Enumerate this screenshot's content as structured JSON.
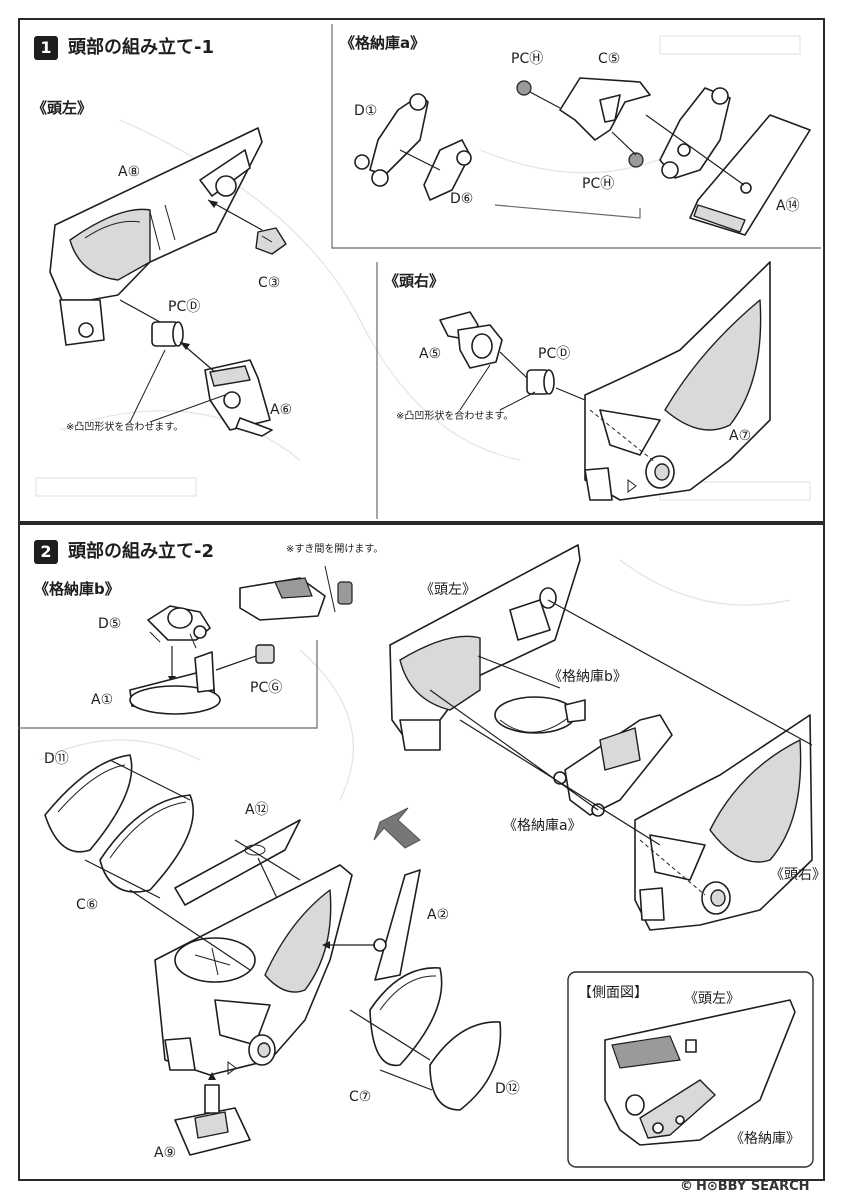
{
  "step1": {
    "number": "1",
    "title": "頭部の組み立て-1",
    "sections": {
      "head_left": "《頭左》",
      "storage_a": "《格納庫a》",
      "head_right": "《頭右》"
    },
    "labels": {
      "a8": "A⑧",
      "c3": "C③",
      "pcd_left": "PCⒹ",
      "a6": "A⑥",
      "note_left": "※凸凹形状を合わせます。",
      "d1": "D①",
      "d6": "D⑥",
      "pch_top": "PCⒽ",
      "c5": "C⑤",
      "pch_bottom": "PCⒽ",
      "a14": "A⑭",
      "a5": "A⑤",
      "pcd_right": "PCⒹ",
      "a7": "A⑦",
      "note_right": "※凸凹形状を合わせます。"
    }
  },
  "step2": {
    "number": "2",
    "title": "頭部の組み立て-2",
    "sections": {
      "storage_b": "《格納庫b》"
    },
    "note_gap": "※すき間を開けます。",
    "labels": {
      "d5": "D⑤",
      "a1": "A①",
      "pcg": "PCⒼ",
      "head_left": "《頭左》",
      "storage_b_assy": "《格納庫b》",
      "storage_a_assy": "《格納庫a》",
      "head_right": "《頭右》",
      "d11": "D⑪",
      "a12": "A⑫",
      "c6": "C⑥",
      "a2": "A②",
      "c7": "C⑦",
      "d12": "D⑫",
      "a9": "A⑨"
    },
    "side_view": {
      "title": "【側面図】",
      "head_left": "《頭左》",
      "storage": "《格納庫》"
    }
  },
  "watermark": {
    "brand": "H⊙BBY SEARCH",
    "copyright": "©"
  }
}
